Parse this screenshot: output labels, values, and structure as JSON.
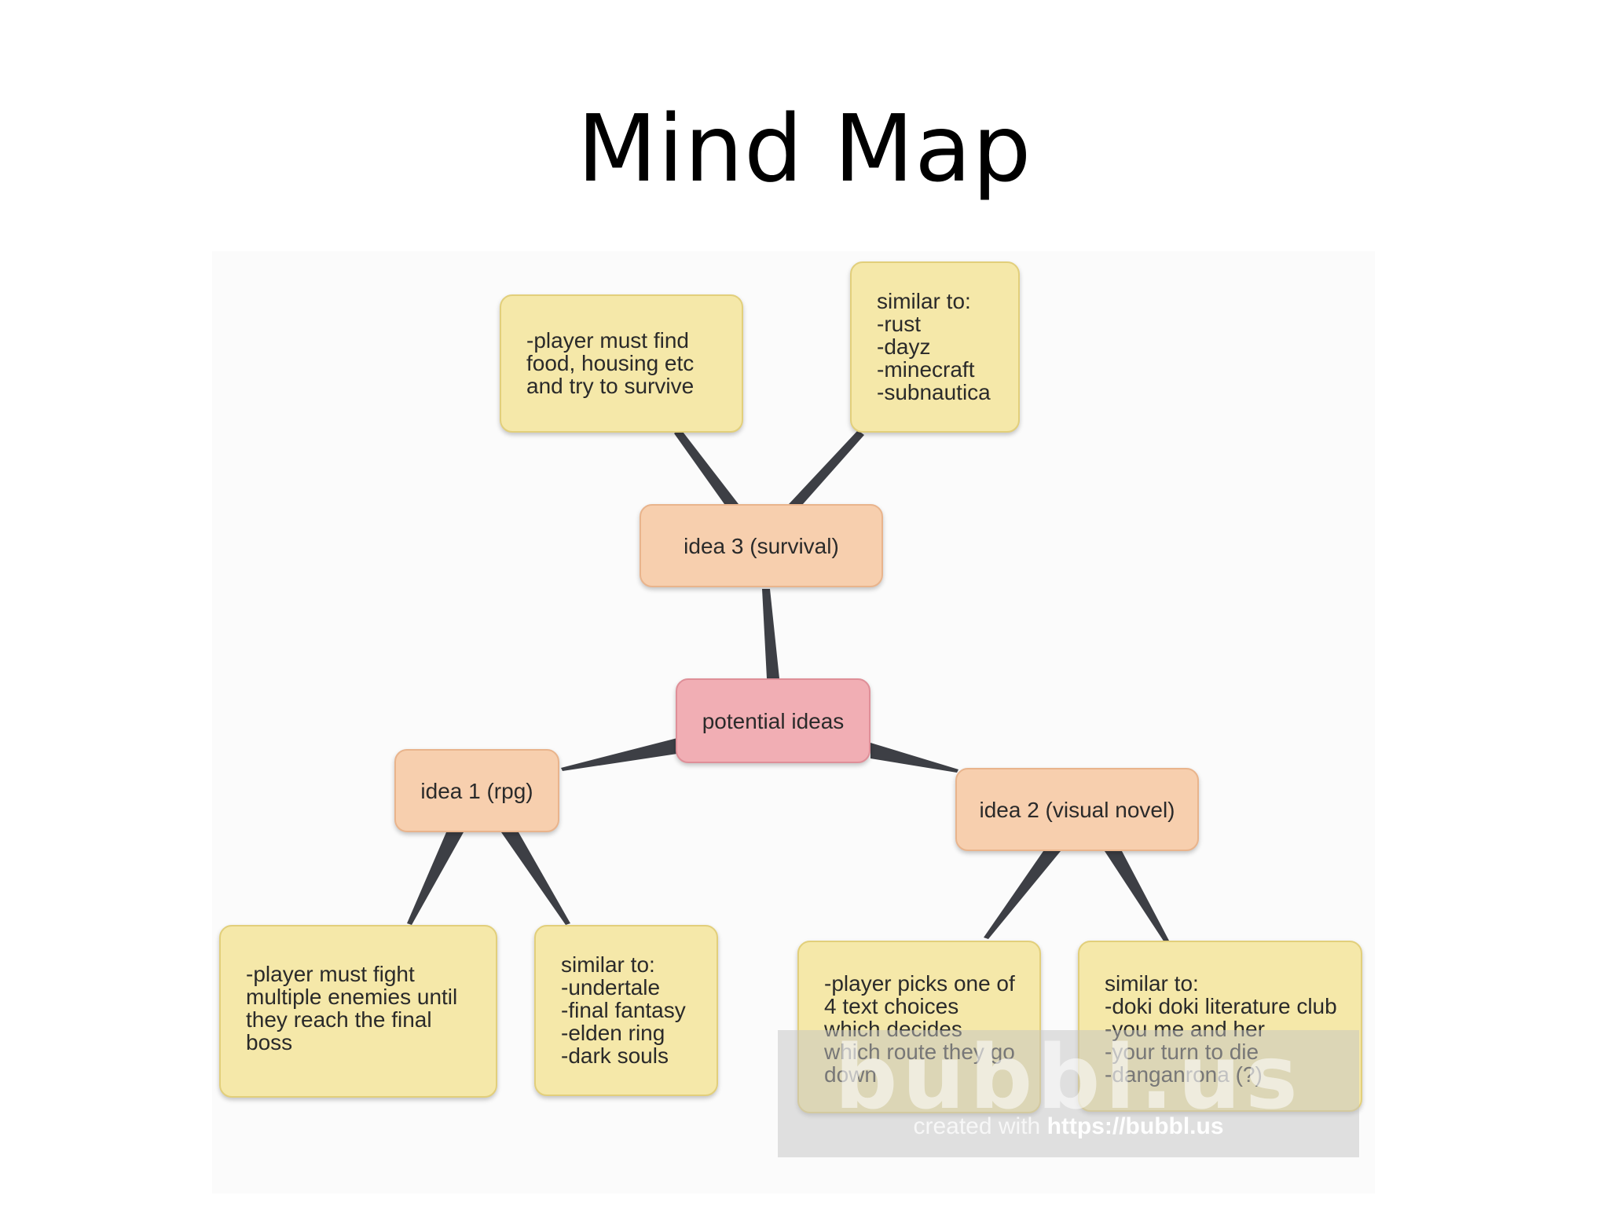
{
  "title": "Mind Map",
  "nodes": {
    "root": "potential ideas",
    "idea1": "idea 1 (rpg)",
    "idea2": "idea 2 (visual novel)",
    "idea3": "idea 3 (survival)",
    "idea3_desc": [
      "-player must find",
      "food, housing etc",
      "and try to survive"
    ],
    "idea3_similar": [
      "similar to:",
      "-rust",
      "-dayz",
      "-minecraft",
      "-subnautica"
    ],
    "idea1_desc": [
      "-player must fight",
      "multiple enemies until",
      "they reach the final",
      "boss"
    ],
    "idea1_similar": [
      "similar to:",
      "-undertale",
      "-final fantasy",
      "-elden ring",
      "-dark souls"
    ],
    "idea2_desc": [
      "-player picks one of",
      "4 text choices",
      "which decides",
      "which route they go",
      "down"
    ],
    "idea2_similar": [
      "similar to:",
      "-doki doki literature club",
      "-you me and her",
      "-your turn to die",
      "-danganrona (?)"
    ]
  },
  "watermark": {
    "logo": "bubbl.us",
    "credit_prefix": "created with",
    "credit_url": "https://bubbl.us"
  },
  "colors": {
    "leaf": "#f5e8a9",
    "idea": "#f7cfae",
    "root": "#f1aeb4",
    "connector": "#3d3f45"
  }
}
